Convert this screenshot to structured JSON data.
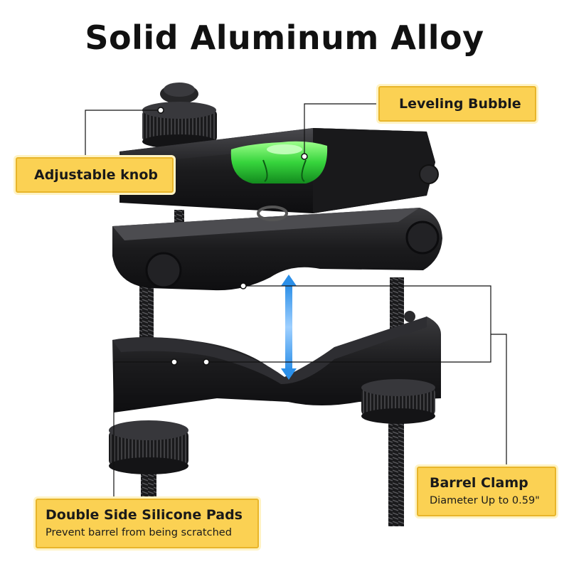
{
  "title": "Solid Aluminum Alloy",
  "labels": {
    "leveling_bubble": "Leveling Bubble",
    "adjustable_knob": "Adjustable knob",
    "barrel_clamp": "Barrel Clamp",
    "barrel_clamp_sub": "Diameter Up to 0.59\"",
    "silicone_pads": "Double Side Silicone Pads",
    "silicone_pads_sub": "Prevent barrel from being scratched"
  },
  "colors": {
    "label_fill": "#fbd153",
    "bubble_green": "#3ee04a",
    "arrow_blue": "#2b8fe8",
    "metal": "#1c1c1e"
  }
}
